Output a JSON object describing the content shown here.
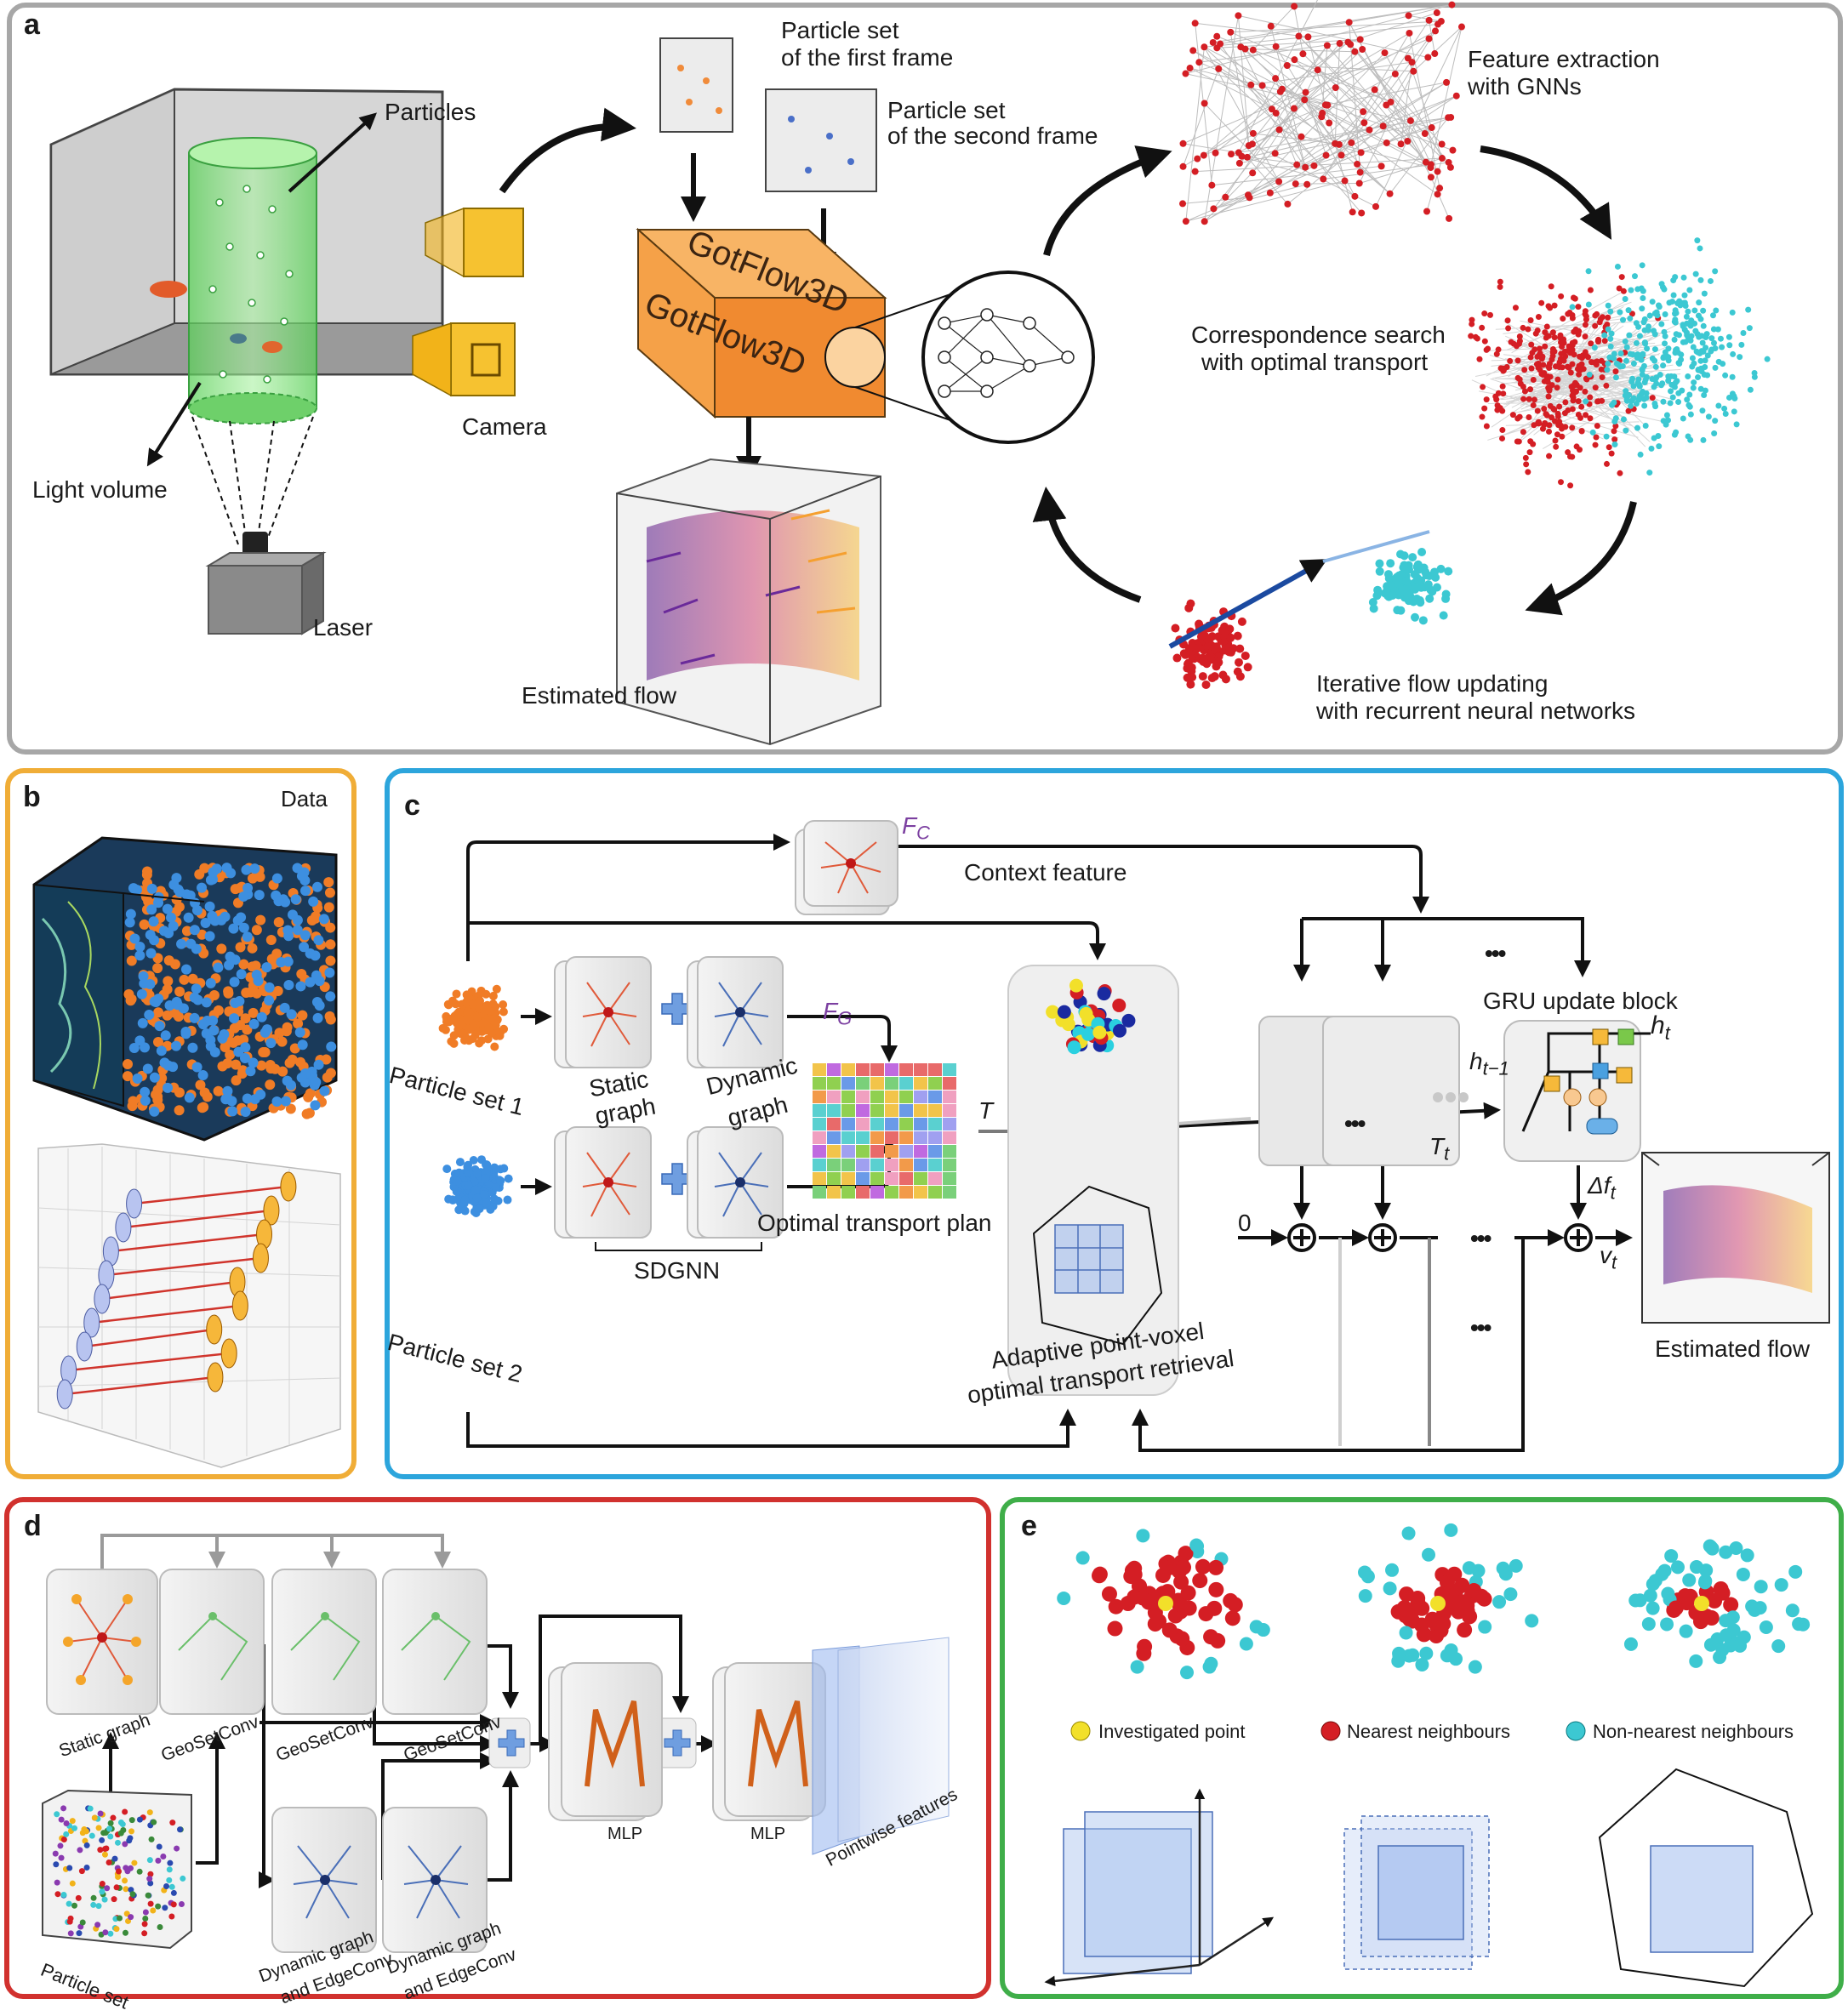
{
  "panels": {
    "a": {
      "letter": "a",
      "particles": "Particles",
      "light_volume": "Light volume",
      "camera": "Camera",
      "laser": "Laser",
      "frame1": [
        "Particle set",
        "of the first frame"
      ],
      "frame2": [
        "Particle set",
        "of the second frame"
      ],
      "gotflow": "GotFlow3D",
      "estimated_flow": "Estimated flow",
      "feature": [
        "Feature extraction",
        "with GNNs"
      ],
      "correspondence": [
        "Correspondence search",
        "with optimal transport"
      ],
      "iterative": [
        "Iterative flow updating",
        "with recurrent neural networks"
      ]
    },
    "b": {
      "letter": "b",
      "data": "Data"
    },
    "c": {
      "letter": "c",
      "fc": "F",
      "fc_sub": "C",
      "context": "Context feature",
      "set1": "Particle set 1",
      "set2": "Particle set 2",
      "static": [
        "Static",
        "graph"
      ],
      "dynamic": [
        "Dynamic",
        "graph"
      ],
      "fg": "F",
      "fg_sub": "G",
      "T": "T",
      "ot_plan": "Optimal transport plan",
      "sdgnn": "SDGNN",
      "adaptive": [
        "Adaptive point-voxel",
        "optimal transport retrieval"
      ],
      "gru": "GRU update block",
      "ht": "h",
      "ht_sub": "t",
      "htm1": "h",
      "htm1_sub": "t−1",
      "Tt": "T",
      "Tt_sub": "t",
      "dft": "Δf",
      "dft_sub": "t",
      "vt": "v",
      "vt_sub": "t",
      "zero": "0",
      "ellipsis": "•••",
      "estimated_flow": "Estimated flow"
    },
    "d": {
      "letter": "d",
      "static_graph": "Static graph",
      "geoset": "GeoSetConv",
      "dyn_edge": [
        "Dynamic graph",
        "and EdgeConv"
      ],
      "mlp": "MLP",
      "pointwise": "Pointwise features",
      "particle_set": "Particle set"
    },
    "e": {
      "letter": "e",
      "investigated": "Investigated point",
      "nearest": "Nearest neighbours",
      "non_nearest": "Non-nearest neighbours"
    }
  },
  "colors": {
    "panel_a_border": "#a7a7a7",
    "panel_b_border": "#f0ad37",
    "panel_c_border": "#2ca5dc",
    "panel_d_border": "#d1312e",
    "panel_e_border": "#3fae49",
    "red_particles": "#d41e24",
    "cyan_particles": "#3cc8d2",
    "orange_particles": "#f07c26",
    "blue_particles": "#3d8fe0",
    "gotflow_box": "#f5a148",
    "camera": "#f2b319",
    "light_volume": "#7ee07a"
  }
}
